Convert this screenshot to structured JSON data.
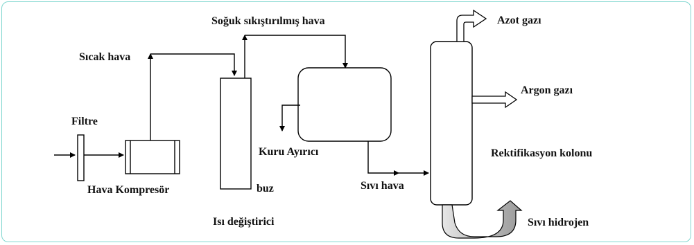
{
  "labels": {
    "filter": "Filtre",
    "hot_air": "Sıcak hava",
    "compressor": "Hava Kompresör",
    "heat_exchanger": "Isı değiştirici",
    "ice": "buz",
    "cold_compressed_air": "Soğuk sıkıştırılmış hava",
    "dry_separator": "Kuru Ayırıcı",
    "liquid_air": "Sıvı hava",
    "nitrogen_gas": "Azot gazı",
    "argon_gas": "Argon gazı",
    "rectification_column": "Rektifikasyon kolonu",
    "liquid_hydrogen": "Sıvı hidrojen"
  },
  "colors": {
    "frame": "#7fd6cf",
    "line": "#000000",
    "arrow_fill_light": "#e8e8e8",
    "arrow_fill_dark": "#b4b4b4"
  }
}
